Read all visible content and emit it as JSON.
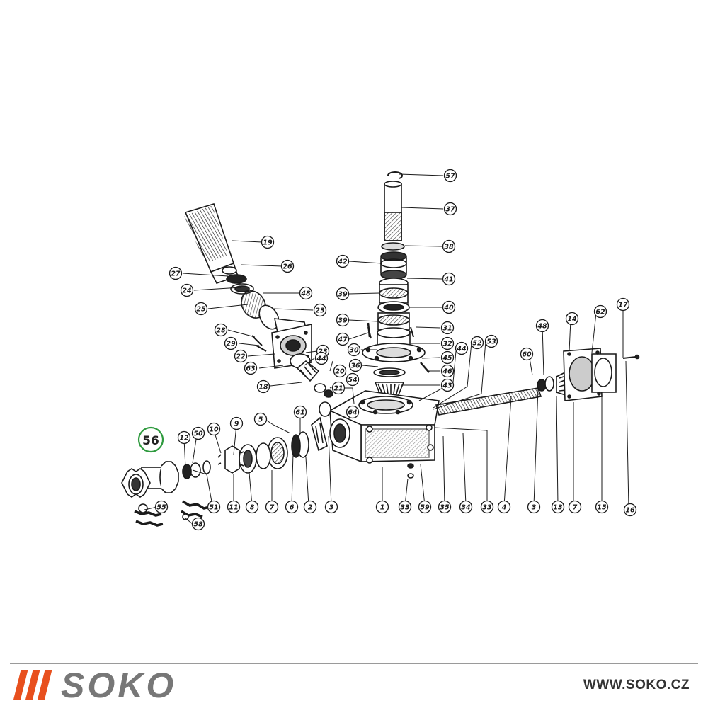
{
  "highlighted_part": {
    "label": "56",
    "color": "#2e9a3e"
  },
  "callouts": [
    {
      "id": "c-57",
      "label": "57"
    },
    {
      "id": "c-37",
      "label": "37"
    },
    {
      "id": "c-38",
      "label": "38"
    },
    {
      "id": "c-42",
      "label": "42"
    },
    {
      "id": "c-41",
      "label": "41"
    },
    {
      "id": "c-39a",
      "label": "39"
    },
    {
      "id": "c-40",
      "label": "40"
    },
    {
      "id": "c-39b",
      "label": "39"
    },
    {
      "id": "c-31",
      "label": "31"
    },
    {
      "id": "c-47",
      "label": "47"
    },
    {
      "id": "c-30",
      "label": "30"
    },
    {
      "id": "c-32",
      "label": "32"
    },
    {
      "id": "c-36",
      "label": "36"
    },
    {
      "id": "c-45",
      "label": "45"
    },
    {
      "id": "c-46",
      "label": "46"
    },
    {
      "id": "c-43",
      "label": "43"
    },
    {
      "id": "c-19",
      "label": "19"
    },
    {
      "id": "c-26",
      "label": "26"
    },
    {
      "id": "c-27",
      "label": "27"
    },
    {
      "id": "c-24",
      "label": "24"
    },
    {
      "id": "c-48a",
      "label": "48"
    },
    {
      "id": "c-25",
      "label": "25"
    },
    {
      "id": "c-23a",
      "label": "23"
    },
    {
      "id": "c-28",
      "label": "28"
    },
    {
      "id": "c-29",
      "label": "29"
    },
    {
      "id": "c-22",
      "label": "22"
    },
    {
      "id": "c-63",
      "label": "63"
    },
    {
      "id": "c-23b",
      "label": "23"
    },
    {
      "id": "c-44a",
      "label": "44"
    },
    {
      "id": "c-20",
      "label": "20"
    },
    {
      "id": "c-18",
      "label": "18"
    },
    {
      "id": "c-21",
      "label": "21"
    },
    {
      "id": "c-54",
      "label": "54"
    },
    {
      "id": "c-64",
      "label": "64"
    },
    {
      "id": "c-44b",
      "label": "44"
    },
    {
      "id": "c-52",
      "label": "52"
    },
    {
      "id": "c-53",
      "label": "53"
    },
    {
      "id": "c-60",
      "label": "60"
    },
    {
      "id": "c-48b",
      "label": "48"
    },
    {
      "id": "c-14",
      "label": "14"
    },
    {
      "id": "c-62",
      "label": "62"
    },
    {
      "id": "c-17",
      "label": "17"
    },
    {
      "id": "c-61",
      "label": "61"
    },
    {
      "id": "c-5",
      "label": "5"
    },
    {
      "id": "c-9",
      "label": "9"
    },
    {
      "id": "c-10",
      "label": "10"
    },
    {
      "id": "c-50",
      "label": "50"
    },
    {
      "id": "c-12",
      "label": "12"
    },
    {
      "id": "c-51",
      "label": "51"
    },
    {
      "id": "c-11",
      "label": "11"
    },
    {
      "id": "c-8",
      "label": "8"
    },
    {
      "id": "c-7a",
      "label": "7"
    },
    {
      "id": "c-6",
      "label": "6"
    },
    {
      "id": "c-2",
      "label": "2"
    },
    {
      "id": "c-3a",
      "label": "3"
    },
    {
      "id": "c-1",
      "label": "1"
    },
    {
      "id": "c-33a",
      "label": "33"
    },
    {
      "id": "c-59",
      "label": "59"
    },
    {
      "id": "c-35",
      "label": "35"
    },
    {
      "id": "c-34",
      "label": "34"
    },
    {
      "id": "c-33b",
      "label": "33"
    },
    {
      "id": "c-4",
      "label": "4"
    },
    {
      "id": "c-3b",
      "label": "3"
    },
    {
      "id": "c-13",
      "label": "13"
    },
    {
      "id": "c-7b",
      "label": "7"
    },
    {
      "id": "c-15",
      "label": "15"
    },
    {
      "id": "c-16",
      "label": "16"
    },
    {
      "id": "c-55",
      "label": "55"
    },
    {
      "id": "c-58",
      "label": "58"
    }
  ],
  "footer": {
    "brand": "SOKO",
    "brand_stripe_color": "#e8501e",
    "url": "WWW.SOKO.CZ"
  }
}
